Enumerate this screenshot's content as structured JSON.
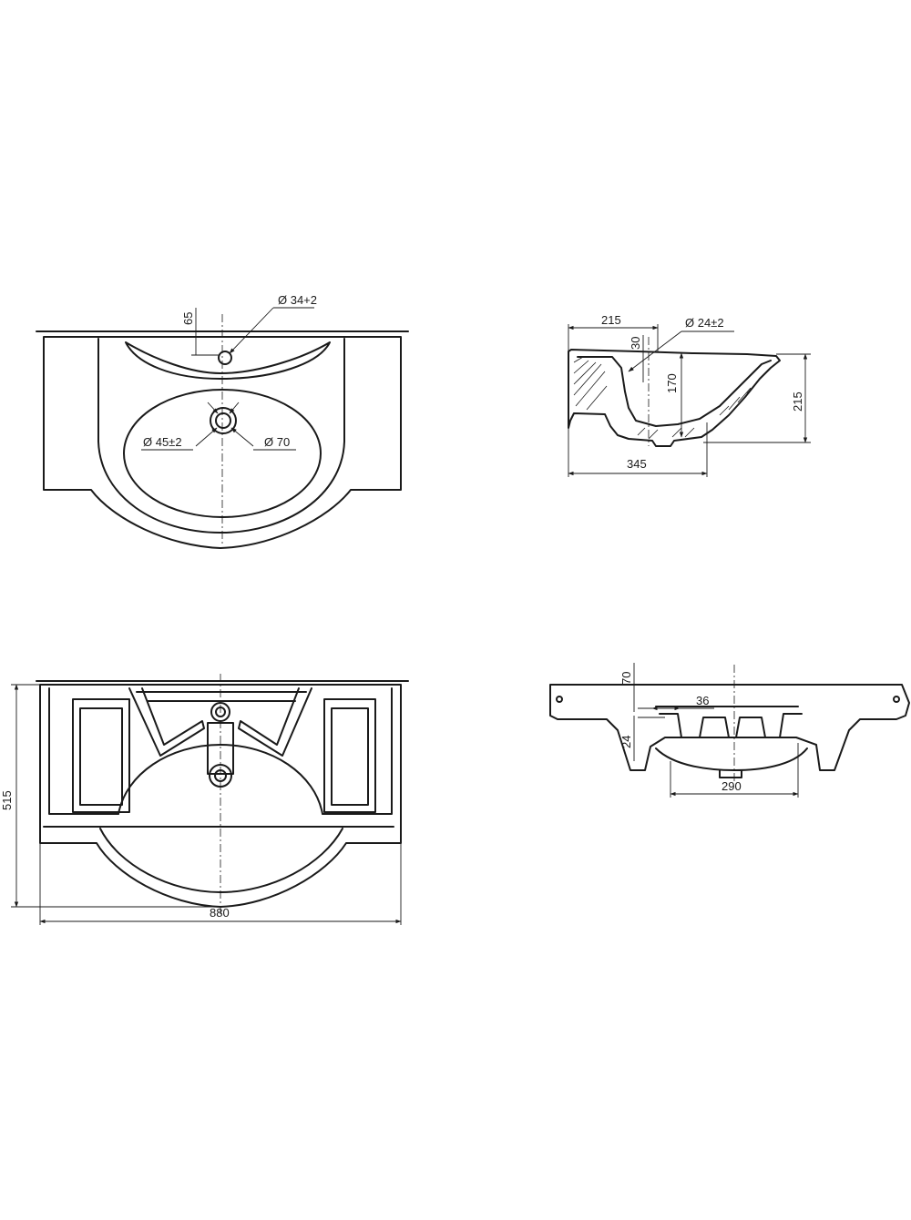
{
  "views": {
    "top_view": {
      "dims": {
        "tap_hole_diameter": "Ø 34+2",
        "tap_hole_offset": "65",
        "drain_diameter": "Ø 45±2",
        "drain_outer_diameter": "Ø 70"
      }
    },
    "side_section": {
      "dims": {
        "top_depth": "215",
        "overflow_diameter": "Ø 24±2",
        "overflow_offset": "30",
        "bowl_depth": "170",
        "total_height": "215",
        "overall_depth": "345"
      }
    },
    "bottom_view": {
      "dims": {
        "overall_width": "880",
        "overall_depth": "515"
      }
    },
    "rear_view": {
      "dims": {
        "rim_height": "70",
        "slot_width": "36",
        "slot_height": "24",
        "outlet_spacing": "290"
      }
    }
  }
}
